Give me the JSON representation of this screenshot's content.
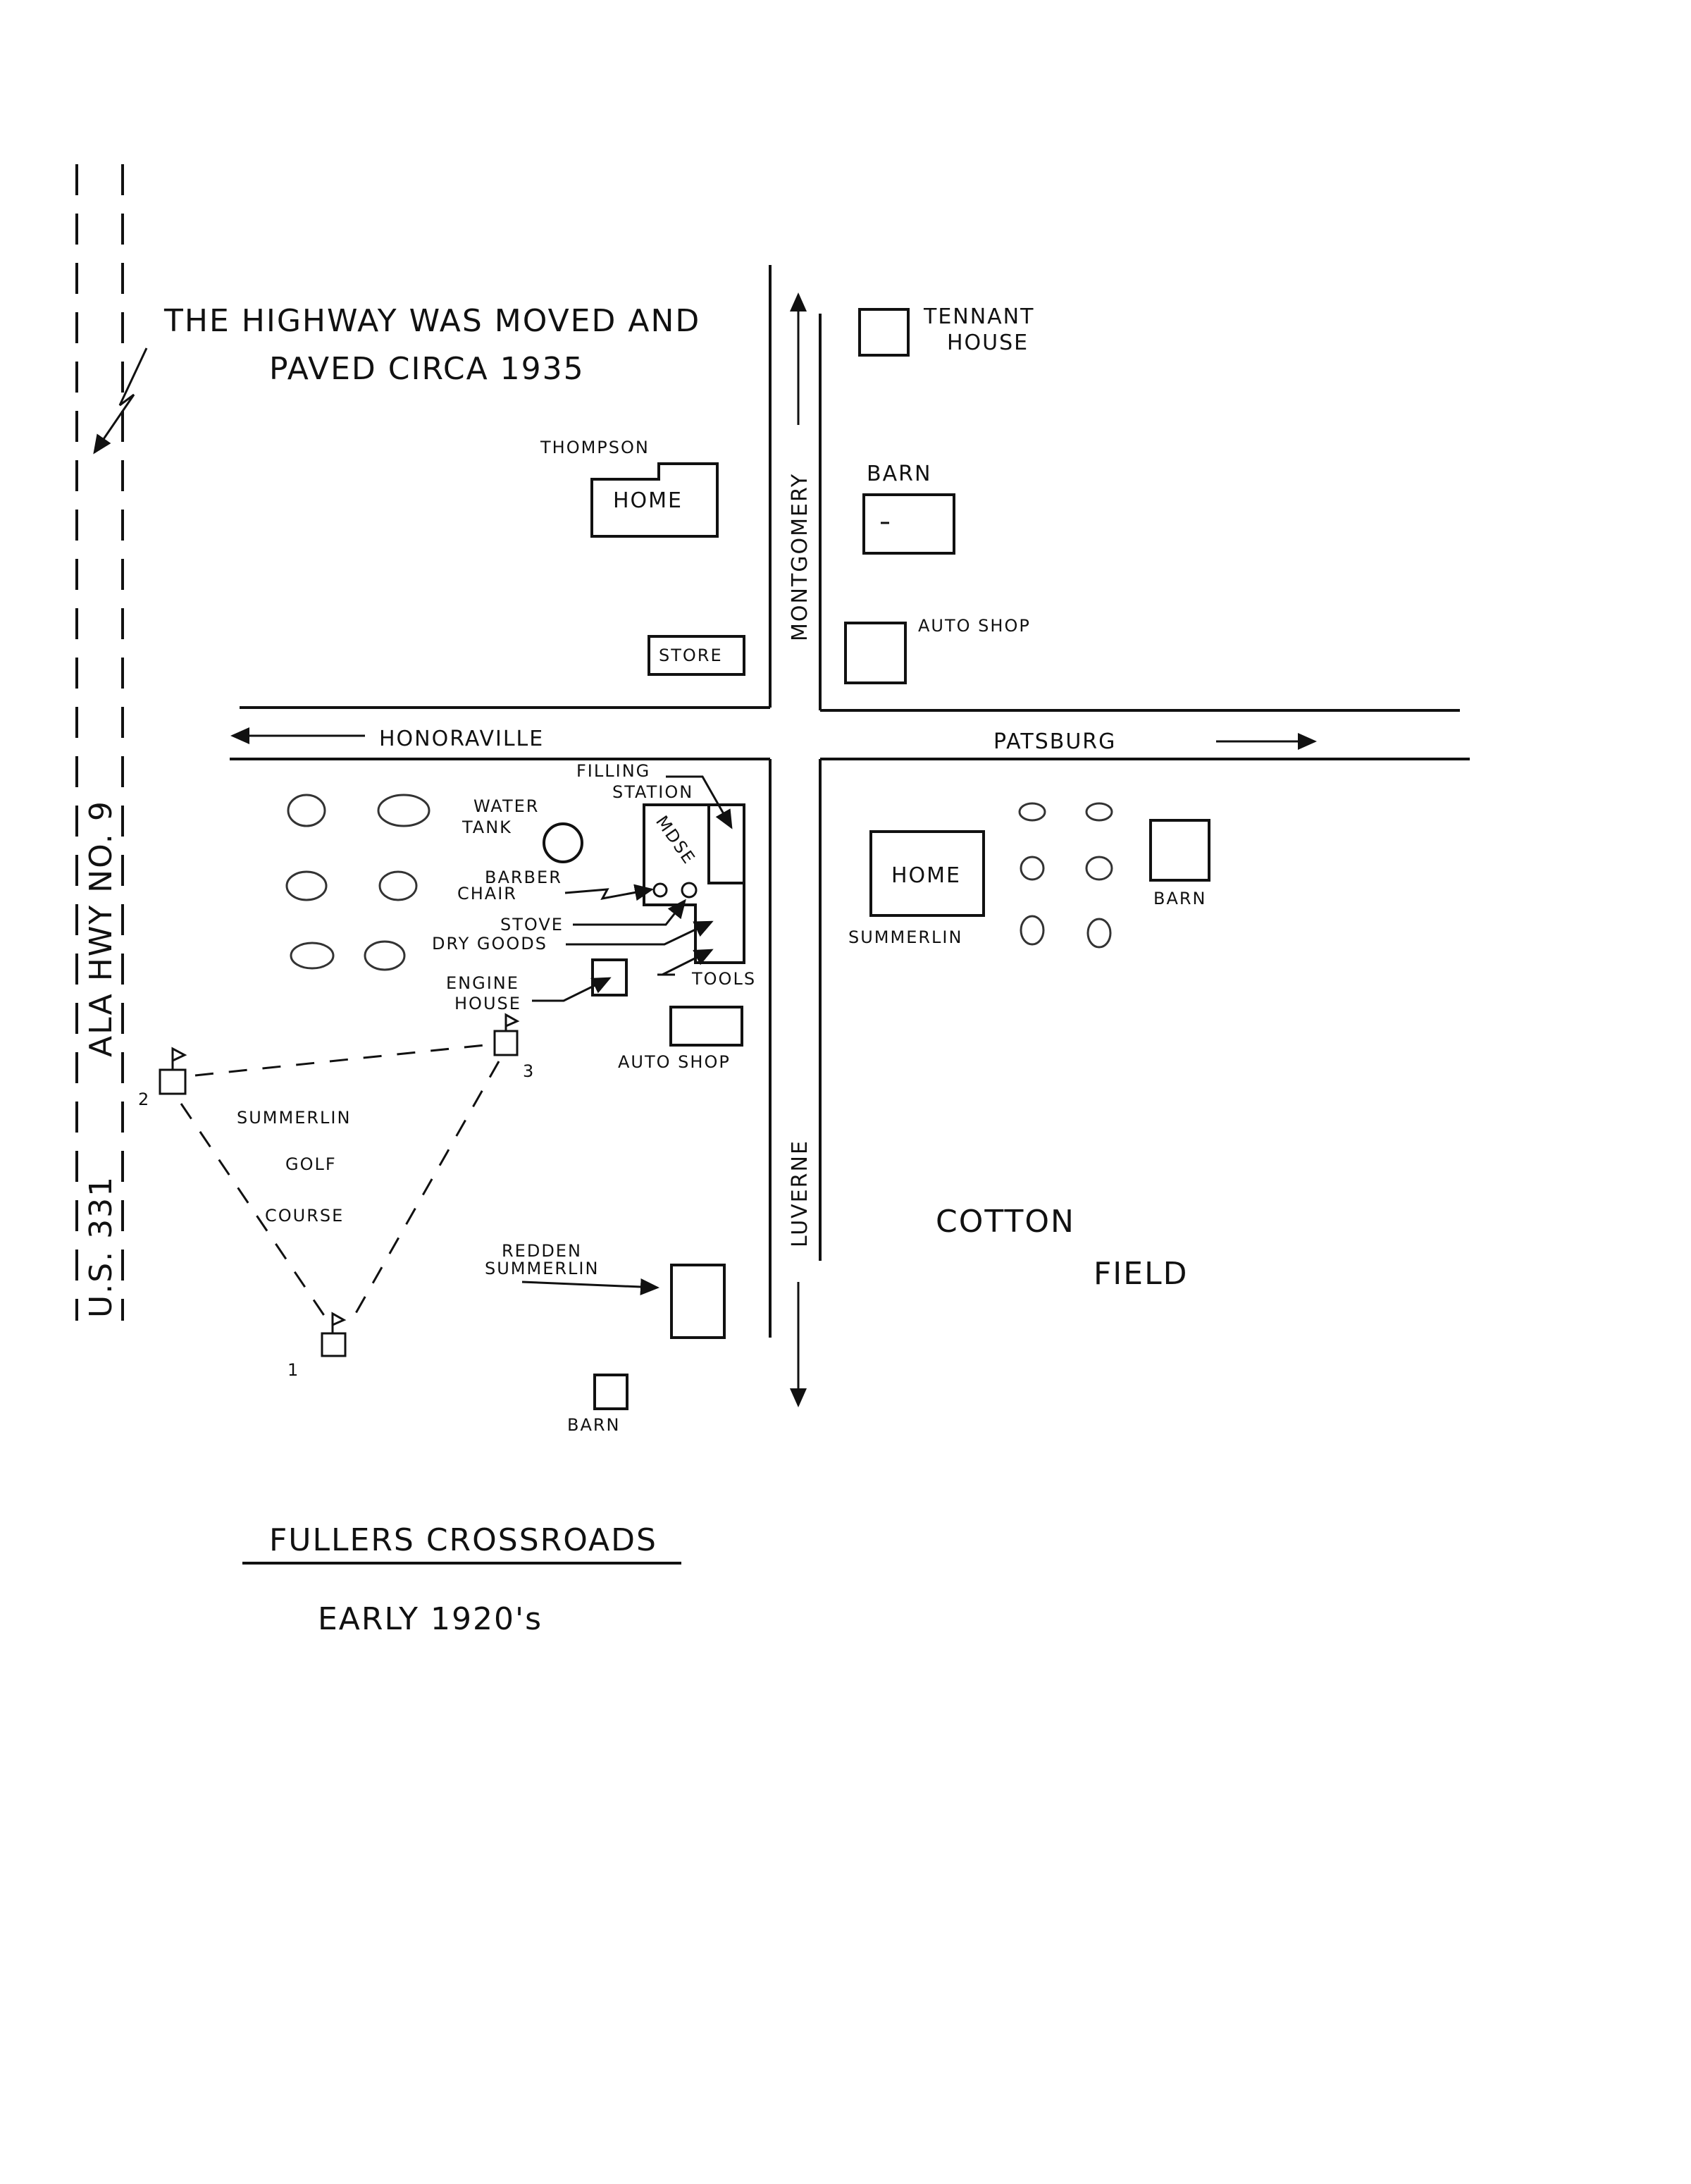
{
  "map": {
    "title": "FULLERS CROSSROADS",
    "subtitle": "EARLY 1920's",
    "note_line1": "THE HIGHWAY WAS MOVED AND",
    "note_line2": "PAVED CIRCA 1935",
    "highway_label_1": "ALA HWY NO. 9",
    "highway_label_2": "U.S. 331",
    "roads": {
      "west": "HONORAVILLE",
      "east": "PATSBURG",
      "north": "MONTGOMERY",
      "south": "LUVERNE"
    },
    "northwest": {
      "thompson": "THOMPSON",
      "home": "HOME",
      "store": "STORE"
    },
    "northeast": {
      "tennant": "TENNANT",
      "house": "HOUSE",
      "barn": "BARN",
      "auto_shop": "AUTO SHOP"
    },
    "southeast": {
      "home": "HOME",
      "summerlin": "SUMMERLIN",
      "barn": "BARN",
      "cotton": "COTTON",
      "field": "FIELD"
    },
    "southwest": {
      "water": "WATER",
      "tank": "TANK",
      "filling": "FILLING",
      "station": "STATION",
      "mdse": "MDSE",
      "barber": "BARBER",
      "chair": "CHAIR",
      "stove": "STOVE",
      "dry_goods": "DRY GOODS",
      "tools": "TOOLS",
      "engine": "ENGINE",
      "engine_house": "HOUSE",
      "auto_shop": "AUTO SHOP",
      "golf_1": "SUMMERLIN",
      "golf_2": "GOLF",
      "golf_3": "COURSE",
      "tee_1": "1",
      "tee_2": "2",
      "tee_3": "3",
      "redden": "REDDEN",
      "redden_summerlin": "SUMMERLIN",
      "barn": "BARN"
    }
  }
}
